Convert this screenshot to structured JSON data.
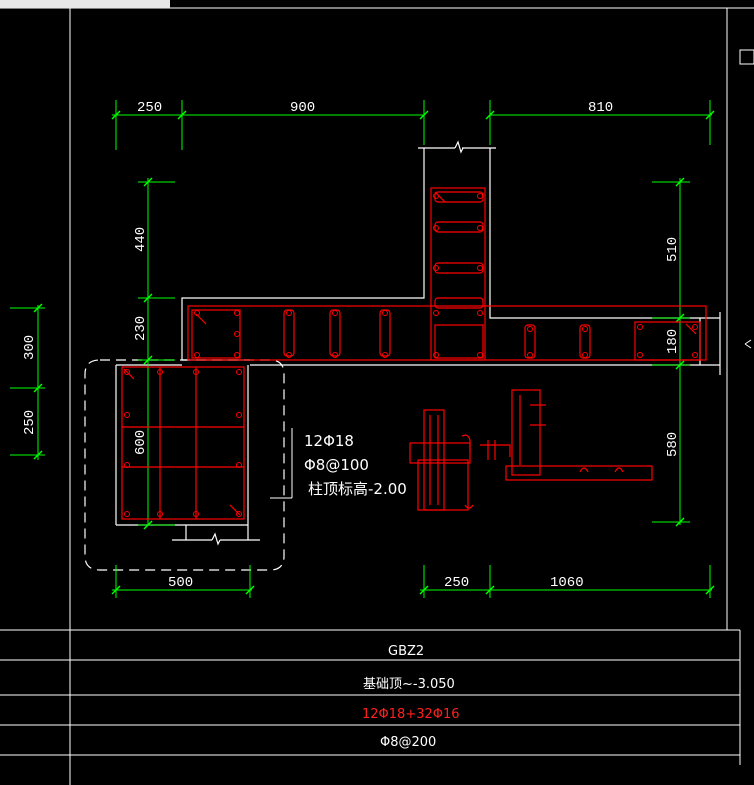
{
  "colors": {
    "background": "#000000",
    "dimension": "#00ff00",
    "outline": "#ffffff",
    "rebar": "#ff0000"
  },
  "dimensions": {
    "top_left": "250",
    "top_middle": "900",
    "top_right": "810",
    "left_upper": "440",
    "left_middle": "230",
    "left_core": "600",
    "right_upper": "510",
    "right_middle": "180",
    "right_lower": "580",
    "bottom_left": "500",
    "bottom_right_a": "250",
    "bottom_right_b": "1060",
    "outer_left_a": "300",
    "outer_left_b": "250"
  },
  "annotation": {
    "line1": "12Φ18",
    "line2": "Φ8@100",
    "line3": "柱顶标高-2.00"
  },
  "table": {
    "name": "GBZ2",
    "elevation": "基础顶~-3.050",
    "longitudinal": "12Φ18+32Φ16",
    "stirrup": "Φ8@200"
  }
}
